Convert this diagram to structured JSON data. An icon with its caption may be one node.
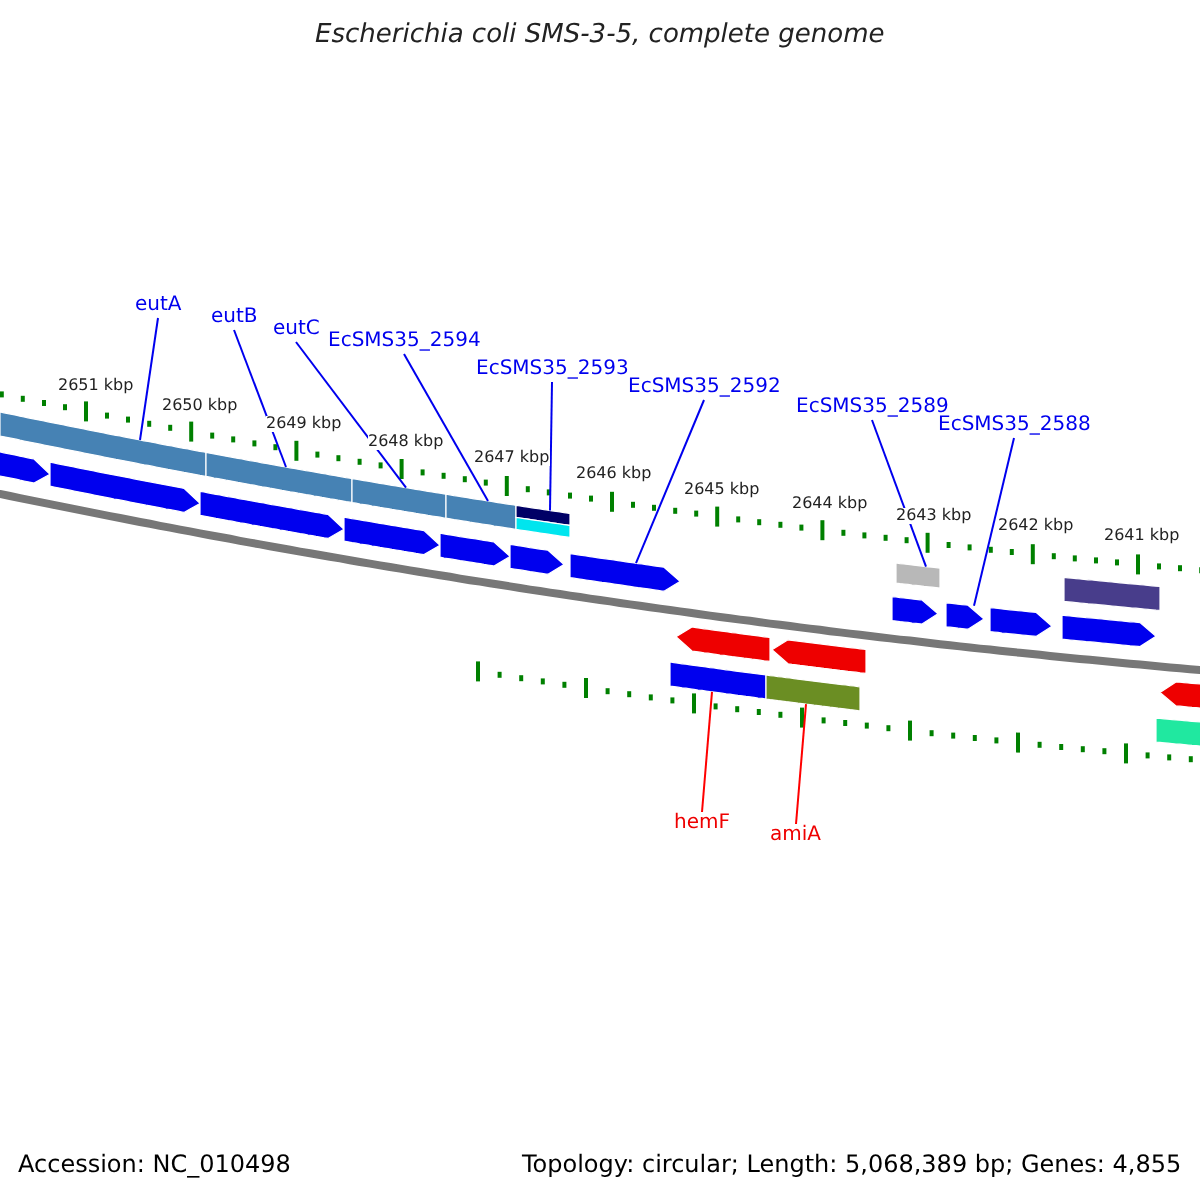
{
  "diagram": {
    "title": "Escherichia coli SMS-3-5, complete genome",
    "nodes": [
      {
        "text": [
          "eutA"
        ]
      },
      {
        "text": [
          "eutB"
        ]
      },
      {
        "text": [
          "eutC"
        ]
      },
      {
        "text": [
          "EcSMS35_2594"
        ]
      },
      {
        "text": [
          "EcSMS35_2593"
        ]
      },
      {
        "text": [
          "EcSMS35_2592"
        ]
      },
      {
        "text": [
          "EcSMS35_2589"
        ]
      },
      {
        "text": [
          "EcSMS35_2588"
        ]
      },
      {
        "text": [
          "hemF"
        ]
      },
      {
        "text": [
          "amiA"
        ]
      },
      {
        "text": [],
        "shape": "arrow"
      },
      {
        "text": [],
        "shape": "bar"
      },
      {
        "text": [],
        "shape": "arrow"
      },
      {
        "text": [],
        "shape": "arrow"
      },
      {
        "text": [],
        "shape": "bar"
      },
      {
        "text": [],
        "shape": "arrow"
      },
      {
        "text": [],
        "shape": "bar"
      },
      {
        "text": [],
        "shape": "arrow"
      },
      {
        "text": [],
        "shape": "bar"
      },
      {
        "text": [],
        "shape": "arrow"
      },
      {
        "text": [],
        "shape": "bar"
      },
      {
        "text": [],
        "shape": "bar"
      },
      {
        "text": [],
        "shape": "arrow"
      },
      {
        "text": [],
        "shape": "bar"
      },
      {
        "text": [],
        "shape": "arrow"
      },
      {
        "text": [],
        "shape": "bar"
      },
      {
        "text": [],
        "shape": "arrow"
      },
      {
        "text": [],
        "shape": "arrow"
      },
      {
        "text": [],
        "shape": "bar"
      },
      {
        "text": [],
        "shape": "arrow"
      },
      {
        "text": [],
        "shape": "arrow"
      },
      {
        "text": [],
        "shape": "arrow"
      },
      {
        "text": [],
        "shape": "bar"
      },
      {
        "text": [],
        "shape": "bar"
      },
      {
        "text": [],
        "shape": "arrow"
      }
    ],
    "edges": [
      {
        "from": 0,
        "to": 11,
        "arrow": "none"
      },
      {
        "from": 1,
        "to": 14,
        "arrow": "none"
      },
      {
        "from": 2,
        "to": 16,
        "arrow": "none"
      },
      {
        "from": 3,
        "to": 18,
        "arrow": "none"
      },
      {
        "from": 4,
        "to": 20,
        "arrow": "none"
      },
      {
        "from": 5,
        "to": 22,
        "arrow": "none"
      },
      {
        "from": 6,
        "to": 28,
        "arrow": "none"
      },
      {
        "from": 7,
        "to": 29,
        "arrow": "none"
      },
      {
        "from": 8,
        "to": 23,
        "arrow": "none",
        "color": "#ff0000"
      },
      {
        "from": 9,
        "to": 25,
        "arrow": "none",
        "color": "#ff0000"
      }
    ],
    "labels": [
      "2651 kbp",
      "2650 kbp",
      "2649 kbp",
      "2648 kbp",
      "2647 kbp",
      "2646 kbp",
      "2645 kbp",
      "2644 kbp",
      "2643 kbp",
      "2642 kbp",
      "2641 kbp",
      "Accession: NC_010498",
      "Topology: circular; Length: 5,068,389 bp; Genes: 4,855"
    ]
  }
}
